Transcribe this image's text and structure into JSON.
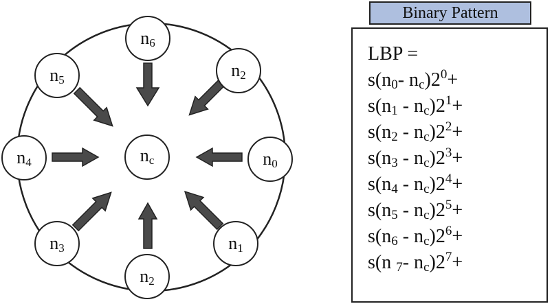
{
  "center": {
    "n": "n",
    "sub": "c"
  },
  "nodes": [
    {
      "n": "n",
      "sub": "6"
    },
    {
      "n": "n",
      "sub": "2"
    },
    {
      "n": "n",
      "sub": "0"
    },
    {
      "n": "n",
      "sub": "1"
    },
    {
      "n": "n",
      "sub": "2"
    },
    {
      "n": "n",
      "sub": "3"
    },
    {
      "n": "n",
      "sub": "4"
    },
    {
      "n": "n",
      "sub": "5"
    }
  ],
  "panel": {
    "title": "Binary Pattern",
    "lbp_label": "LBP =",
    "terms": [
      {
        "pre": "s(",
        "n": "n",
        "nsub": "0",
        "mid": "- n",
        "csub": "c",
        "close": ")2",
        "exp": "0",
        "tail": "+"
      },
      {
        "pre": "s(",
        "n": "n",
        "nsub": "1",
        "mid": " - n",
        "csub": "c",
        "close": ")2",
        "exp": "1",
        "tail": "+"
      },
      {
        "pre": "s(",
        "n": "n",
        "nsub": "2",
        "mid": " - n",
        "csub": "c",
        "close": ")2",
        "exp": "2",
        "tail": "+"
      },
      {
        "pre": "s(",
        "n": "n",
        "nsub": "3",
        "mid": " - n",
        "csub": "c",
        "close": ")2",
        "exp": "3",
        "tail": "+"
      },
      {
        "pre": "s(",
        "n": "n",
        "nsub": "4",
        "mid": " - n",
        "csub": "c",
        "close": ")2",
        "exp": "4",
        "tail": "+"
      },
      {
        "pre": "s(",
        "n": "n",
        "nsub": "5",
        "mid": " - n",
        "csub": "c",
        "close": ")2",
        "exp": "5",
        "tail": "+"
      },
      {
        "pre": "s(",
        "n": "n",
        "nsub": "6",
        "mid": " - n",
        "csub": "c",
        "close": ")2",
        "exp": "6",
        "tail": "+"
      },
      {
        "pre": "s(",
        "n": "n ",
        "nsub": "7",
        "mid": "- n",
        "csub": "c",
        "close": ")2",
        "exp": "7",
        "tail": "+"
      }
    ]
  },
  "colors": {
    "arrow_fill": "#4a4a4a",
    "header_fill": "#aebfdf",
    "stroke": "#222222"
  }
}
